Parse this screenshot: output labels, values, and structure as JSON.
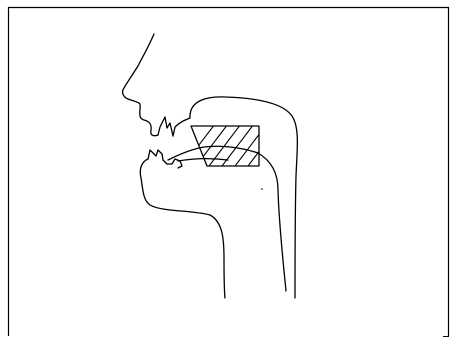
{
  "diagram": {
    "kind": "vocal-tract-sagittal-section",
    "parts": [
      {
        "name": "face-profile"
      },
      {
        "name": "upper-lip"
      },
      {
        "name": "upper-teeth"
      },
      {
        "name": "lower-teeth"
      },
      {
        "name": "lower-lip"
      },
      {
        "name": "palate"
      },
      {
        "name": "tongue-constriction"
      },
      {
        "name": "pharynx"
      }
    ],
    "colors": {
      "line": "#000000",
      "background": "#ffffff",
      "frame": "#000000"
    }
  }
}
